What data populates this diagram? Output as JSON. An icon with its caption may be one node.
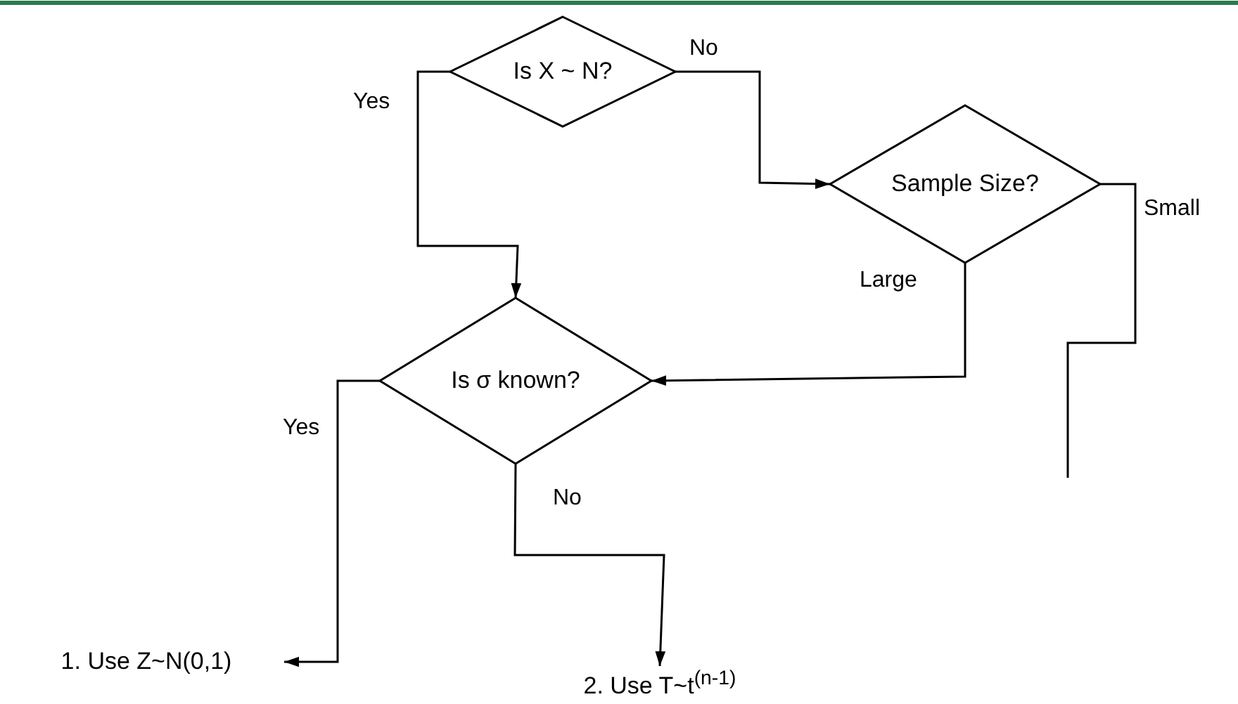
{
  "diagram": {
    "nodes": [
      {
        "text": [
          "Is X ~ N?"
        ]
      },
      {
        "text": [
          "Sample Size?"
        ]
      },
      {
        "text": [
          "Is σ known?"
        ]
      },
      {
        "text": [
          "1. Use Z~N(0,1)"
        ]
      },
      {
        "text": [
          "2. Use T~t$^{(n-1)}$"
        ]
      }
    ],
    "edges": [
      {
        "from": 0,
        "to": 2,
        "arrow": "to",
        "label": "Yes"
      },
      {
        "from": 0,
        "to": 1,
        "arrow": "to",
        "label": "No"
      },
      {
        "from": 1,
        "to": 2,
        "arrow": "to",
        "label": "Large"
      },
      {
        "from": 1,
        "to": null,
        "arrow": "none",
        "label": "Small"
      },
      {
        "from": 2,
        "to": 3,
        "arrow": "to",
        "label": "Yes"
      },
      {
        "from": 2,
        "to": 4,
        "arrow": "to",
        "label": "No"
      }
    ]
  }
}
